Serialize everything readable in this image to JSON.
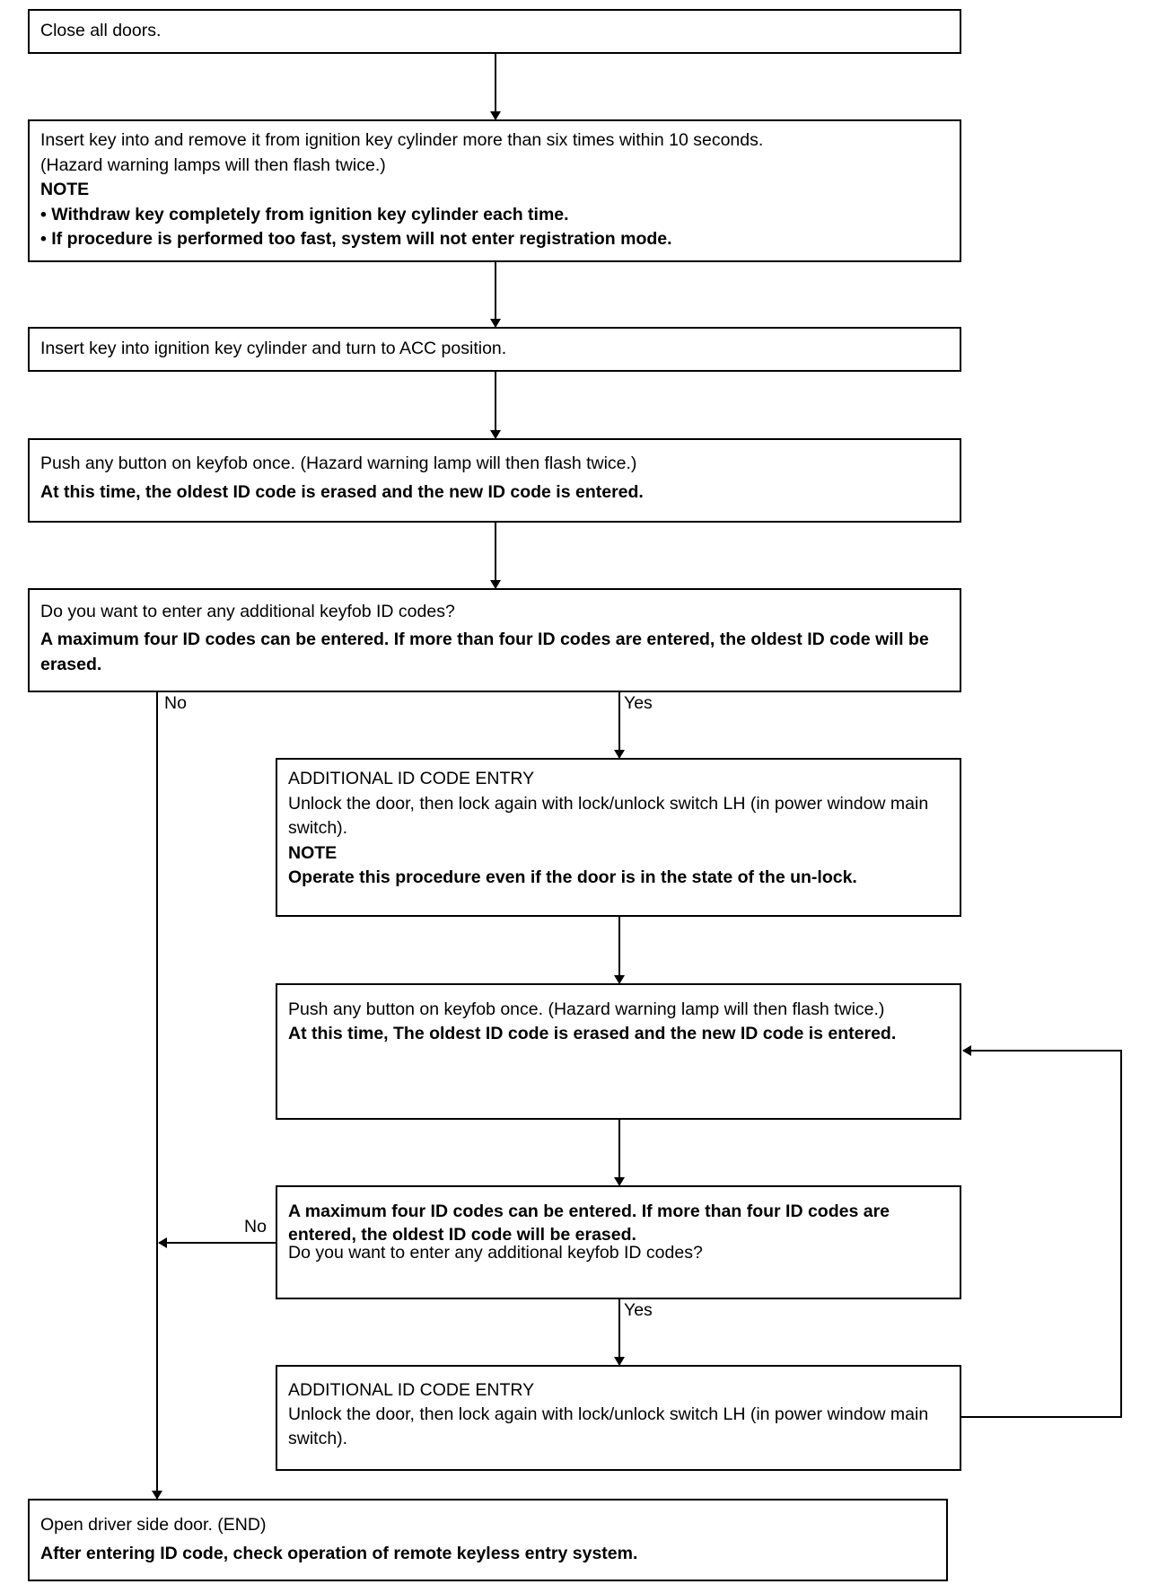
{
  "steps": {
    "s1": {
      "text": "Close all doors."
    },
    "s2": {
      "line1": "Insert key into and remove it from ignition key cylinder more than six times within 10 seconds.",
      "line2": "(Hazard warning lamps will then flash twice.)",
      "note": "NOTE",
      "bullet1": "• Withdraw key completely from ignition key cylinder each time.",
      "bullet2": "• If procedure is performed too fast, system will not enter registration mode."
    },
    "s3": {
      "text": "Insert key into ignition key cylinder and turn to ACC position."
    },
    "s4": {
      "line1": "Push any button on keyfob once. (Hazard warning lamp will then flash twice.)",
      "bold": "At this time, the oldest ID code is erased and the new ID code is entered."
    },
    "s5": {
      "line1": "Do you want to enter any additional keyfob ID codes?",
      "bold": "A maximum four ID codes can be entered. If more than four ID codes are entered, the oldest ID code will be erased."
    },
    "s6": {
      "title": "ADDITIONAL ID CODE ENTRY",
      "line1": "Unlock the door, then lock again with lock/unlock switch LH (in power window main switch).",
      "note": "NOTE",
      "bold": "Operate this procedure even if the door is in the state of the un-lock."
    },
    "s7": {
      "line1": "Push any button on keyfob once. (Hazard warning lamp will then flash twice.)",
      "bold": "At this time, The oldest ID code is erased and the new ID code is entered."
    },
    "s8": {
      "bold": "A maximum four ID codes can be entered. If more than four ID codes are entered, the oldest ID code will be erased.",
      "line1": "Do you want to enter any additional keyfob ID codes?"
    },
    "s9": {
      "title": "ADDITIONAL ID CODE ENTRY",
      "line1": "Unlock the door, then lock again with lock/unlock switch LH (in power window main switch)."
    },
    "s10": {
      "line1": "Open driver side door. (END)",
      "bold": "After entering ID code, check operation of remote keyless entry system."
    }
  },
  "labels": {
    "no1": "No",
    "yes1": "Yes",
    "no2": "No",
    "yes2": "Yes"
  }
}
